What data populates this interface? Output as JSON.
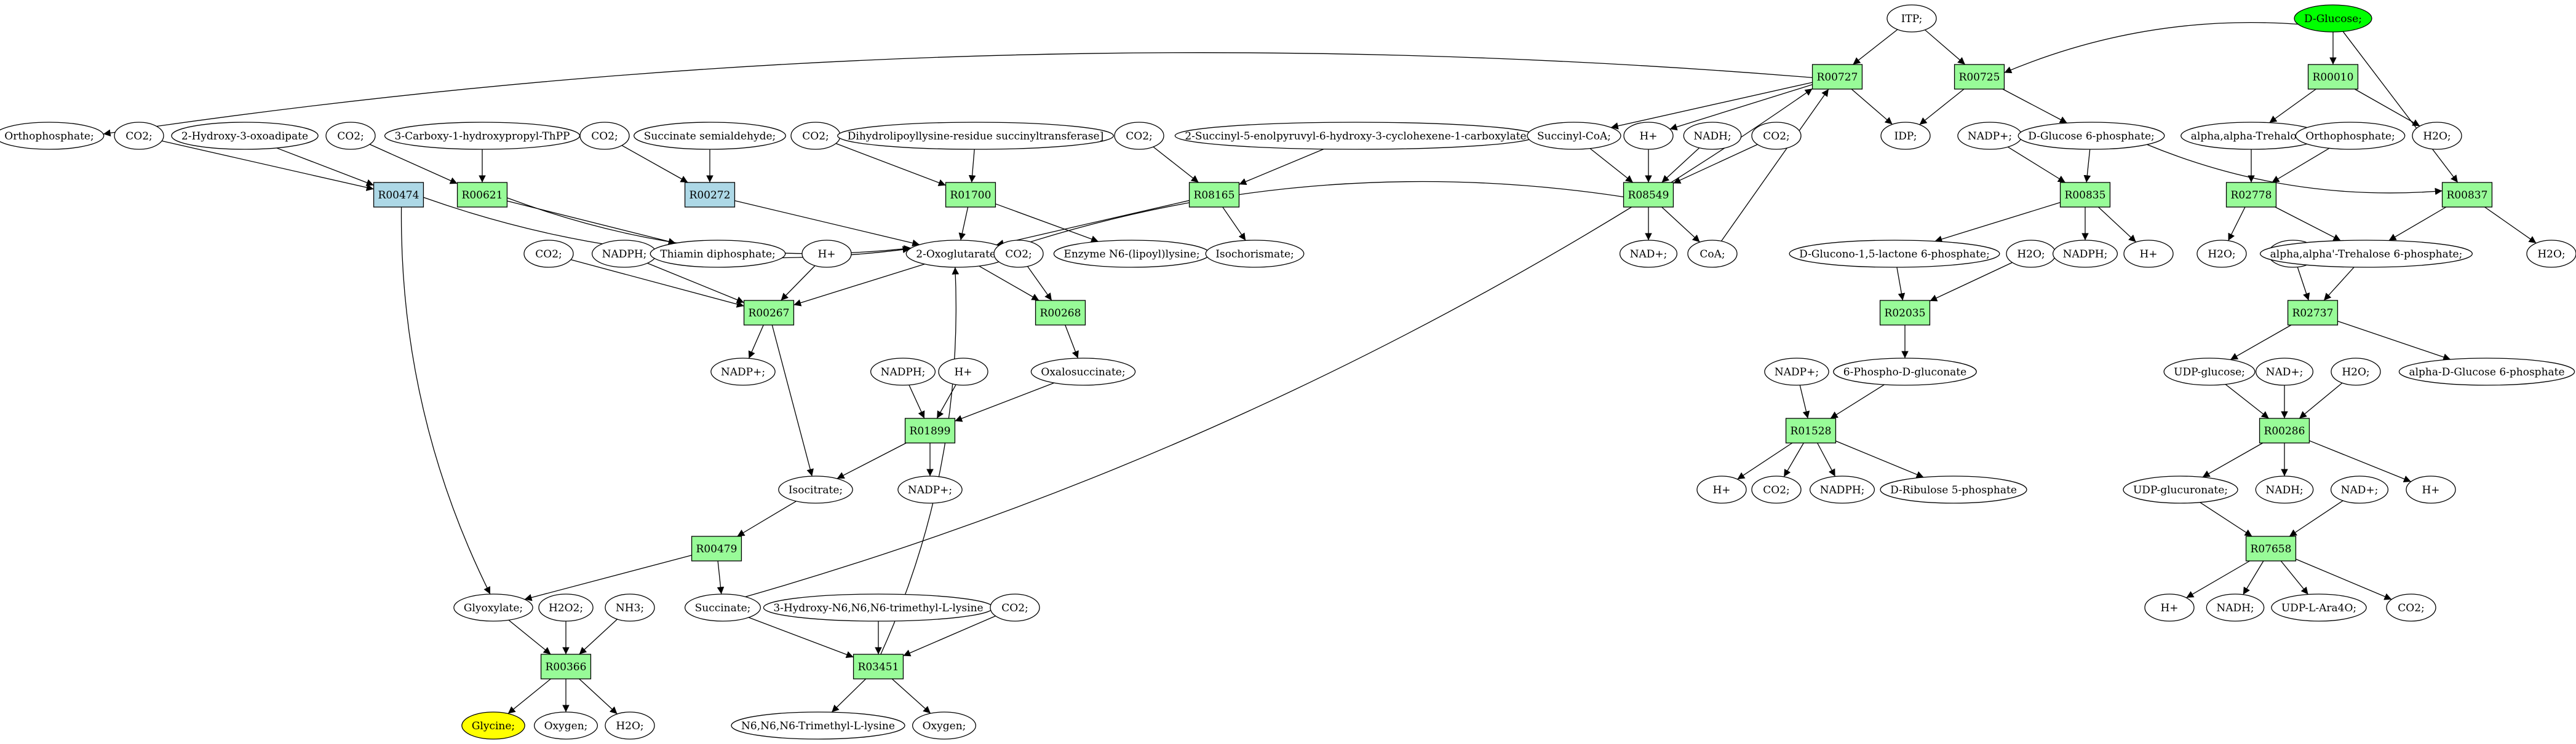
{
  "colors": {
    "reaction": "#98fb98",
    "reaction_alt": "#add8e6",
    "compound": "#ffffff",
    "source_compound": "#00ff00",
    "target_compound": "#ffff00",
    "stroke": "#000000"
  },
  "nodes": [
    {
      "id": "itp",
      "label": "ITP;",
      "kind": "compound"
    },
    {
      "id": "dglucose",
      "label": "D-Glucose;",
      "kind": "compound",
      "fill": "source_compound"
    },
    {
      "id": "R00727",
      "label": "R00727",
      "kind": "reaction"
    },
    {
      "id": "R00725",
      "label": "R00725",
      "kind": "reaction"
    },
    {
      "id": "R00010",
      "label": "R00010",
      "kind": "reaction"
    },
    {
      "id": "orthophosphate1",
      "label": "Orthophosphate;",
      "kind": "compound"
    },
    {
      "id": "co2_a",
      "label": "CO2;",
      "kind": "compound"
    },
    {
      "id": "hydroxyoxoadipate",
      "label": "2-Hydroxy-3-oxoadipate",
      "kind": "compound"
    },
    {
      "id": "co2_b",
      "label": "CO2;",
      "kind": "compound"
    },
    {
      "id": "carboxyhydroxypropyl",
      "label": "3-Carboxy-1-hydroxypropyl-ThPP",
      "kind": "compound"
    },
    {
      "id": "co2_c",
      "label": "CO2;",
      "kind": "compound"
    },
    {
      "id": "succsemialdehyde",
      "label": "Succinate semialdehyde;",
      "kind": "compound"
    },
    {
      "id": "co2_d",
      "label": "CO2;",
      "kind": "compound"
    },
    {
      "id": "dihydrolipoyllysine",
      "label": "Dihydrolipoyllysine-residue succinyltransferase]",
      "kind": "compound"
    },
    {
      "id": "co2_e",
      "label": "CO2;",
      "kind": "compound"
    },
    {
      "id": "succinylenolpyruvyl",
      "label": "2-Succinyl-5-enolpyruvyl-6-hydroxy-3-cyclohexene-1-carboxylate",
      "kind": "compound"
    },
    {
      "id": "succinylcoa",
      "label": "Succinyl-CoA;",
      "kind": "compound"
    },
    {
      "id": "hplus_a",
      "label": "H+",
      "kind": "compound"
    },
    {
      "id": "nadh_a",
      "label": "NADH;",
      "kind": "compound"
    },
    {
      "id": "co2_f",
      "label": "CO2;",
      "kind": "compound"
    },
    {
      "id": "idp",
      "label": "IDP;",
      "kind": "compound"
    },
    {
      "id": "nadpplus_a",
      "label": "NADP+;",
      "kind": "compound"
    },
    {
      "id": "dglucose6p",
      "label": "D-Glucose 6-phosphate;",
      "kind": "compound"
    },
    {
      "id": "trehalose",
      "label": "alpha,alpha-Trehalose;",
      "kind": "compound"
    },
    {
      "id": "orthophosphate2",
      "label": "Orthophosphate;",
      "kind": "compound"
    },
    {
      "id": "h2o_a",
      "label": "H2O;",
      "kind": "compound"
    },
    {
      "id": "R00474",
      "label": "R00474",
      "kind": "reaction",
      "fill": "reaction_alt"
    },
    {
      "id": "R00621",
      "label": "R00621",
      "kind": "reaction"
    },
    {
      "id": "R00272",
      "label": "R00272",
      "kind": "reaction",
      "fill": "reaction_alt"
    },
    {
      "id": "R01700",
      "label": "R01700",
      "kind": "reaction"
    },
    {
      "id": "R08165",
      "label": "R08165",
      "kind": "reaction"
    },
    {
      "id": "R08549",
      "label": "R08549",
      "kind": "reaction"
    },
    {
      "id": "R00835",
      "label": "R00835",
      "kind": "reaction"
    },
    {
      "id": "R02778",
      "label": "R02778",
      "kind": "reaction"
    },
    {
      "id": "R00837",
      "label": "R00837",
      "kind": "reaction"
    },
    {
      "id": "co2_g",
      "label": "CO2;",
      "kind": "compound"
    },
    {
      "id": "nadph_a",
      "label": "NADPH;",
      "kind": "compound"
    },
    {
      "id": "thiamin",
      "label": "Thiamin diphosphate;",
      "kind": "compound"
    },
    {
      "id": "hplus_b",
      "label": "H+",
      "kind": "compound"
    },
    {
      "id": "oxoglutarate",
      "label": "2-Oxoglutarate;",
      "kind": "compound"
    },
    {
      "id": "co2_h",
      "label": "CO2;",
      "kind": "compound"
    },
    {
      "id": "enzymelipoyl",
      "label": "Enzyme N6-(lipoyl)lysine;",
      "kind": "compound"
    },
    {
      "id": "isochorismate",
      "label": "Isochorismate;",
      "kind": "compound"
    },
    {
      "id": "nadplus_a",
      "label": "NAD+;",
      "kind": "compound"
    },
    {
      "id": "coa",
      "label": "CoA;",
      "kind": "compound"
    },
    {
      "id": "gluconolactone",
      "label": "D-Glucono-1,5-lactone 6-phosphate;",
      "kind": "compound"
    },
    {
      "id": "h2o_b",
      "label": "H2O;",
      "kind": "compound"
    },
    {
      "id": "nadph_b",
      "label": "NADPH;",
      "kind": "compound"
    },
    {
      "id": "hplus_c",
      "label": "H+",
      "kind": "compound"
    },
    {
      "id": "h2o_c",
      "label": "H2O;",
      "kind": "compound"
    },
    {
      "id": "udp",
      "label": "UDP;",
      "kind": "compound"
    },
    {
      "id": "trehalose6p",
      "label": "alpha,alpha'-Trehalose 6-phosphate;",
      "kind": "compound"
    },
    {
      "id": "h2o_d",
      "label": "H2O;",
      "kind": "compound"
    },
    {
      "id": "R00267",
      "label": "R00267",
      "kind": "reaction"
    },
    {
      "id": "R00268",
      "label": "R00268",
      "kind": "reaction"
    },
    {
      "id": "R02035",
      "label": "R02035",
      "kind": "reaction"
    },
    {
      "id": "R02737",
      "label": "R02737",
      "kind": "reaction"
    },
    {
      "id": "nadpplus_b",
      "label": "NADP+;",
      "kind": "compound"
    },
    {
      "id": "nadph_c",
      "label": "NADPH;",
      "kind": "compound"
    },
    {
      "id": "hplus_d",
      "label": "H+",
      "kind": "compound"
    },
    {
      "id": "oxalosuccinate",
      "label": "Oxalosuccinate;",
      "kind": "compound"
    },
    {
      "id": "phosphogluconate",
      "label": "6-Phospho-D-gluconate",
      "kind": "compound"
    },
    {
      "id": "nadpplus_c",
      "label": "NADP+;",
      "kind": "compound"
    },
    {
      "id": "udpglucose",
      "label": "UDP-glucose;",
      "kind": "compound"
    },
    {
      "id": "nadplus_b",
      "label": "NAD+;",
      "kind": "compound"
    },
    {
      "id": "h2o_e",
      "label": "H2O;",
      "kind": "compound"
    },
    {
      "id": "glucose6p_alpha",
      "label": "alpha-D-Glucose 6-phosphate",
      "kind": "compound"
    },
    {
      "id": "R01899",
      "label": "R01899",
      "kind": "reaction"
    },
    {
      "id": "R01528",
      "label": "R01528",
      "kind": "reaction"
    },
    {
      "id": "R00286",
      "label": "R00286",
      "kind": "reaction"
    },
    {
      "id": "isocitrate",
      "label": "Isocitrate;",
      "kind": "compound"
    },
    {
      "id": "nadpplus_d",
      "label": "NADP+;",
      "kind": "compound"
    },
    {
      "id": "hplus_e",
      "label": "H+",
      "kind": "compound"
    },
    {
      "id": "co2_i",
      "label": "CO2;",
      "kind": "compound"
    },
    {
      "id": "nadph_d",
      "label": "NADPH;",
      "kind": "compound"
    },
    {
      "id": "ribulose5p",
      "label": "D-Ribulose 5-phosphate",
      "kind": "compound"
    },
    {
      "id": "udpglucuronate",
      "label": "UDP-glucuronate;",
      "kind": "compound"
    },
    {
      "id": "nadh_b",
      "label": "NADH;",
      "kind": "compound"
    },
    {
      "id": "nadplus_c",
      "label": "NAD+;",
      "kind": "compound"
    },
    {
      "id": "hplus_f",
      "label": "H+",
      "kind": "compound"
    },
    {
      "id": "R00479",
      "label": "R00479",
      "kind": "reaction"
    },
    {
      "id": "R07658",
      "label": "R07658",
      "kind": "reaction"
    },
    {
      "id": "glyoxylate",
      "label": "Glyoxylate;",
      "kind": "compound"
    },
    {
      "id": "h2o2",
      "label": "H2O2;",
      "kind": "compound"
    },
    {
      "id": "nh3",
      "label": "NH3;",
      "kind": "compound"
    },
    {
      "id": "succinate",
      "label": "Succinate;",
      "kind": "compound"
    },
    {
      "id": "hydroxytrimethyllysine",
      "label": "3-Hydroxy-N6,N6,N6-trimethyl-L-lysine",
      "kind": "compound"
    },
    {
      "id": "co2_j",
      "label": "CO2;",
      "kind": "compound"
    },
    {
      "id": "hplus_g",
      "label": "H+",
      "kind": "compound"
    },
    {
      "id": "nadh_c",
      "label": "NADH;",
      "kind": "compound"
    },
    {
      "id": "udparafuranose",
      "label": "UDP-L-Ara4O;",
      "kind": "compound"
    },
    {
      "id": "co2_k",
      "label": "CO2;",
      "kind": "compound"
    },
    {
      "id": "R00366",
      "label": "R00366",
      "kind": "reaction"
    },
    {
      "id": "R03451",
      "label": "R03451",
      "kind": "reaction"
    },
    {
      "id": "glycine",
      "label": "Glycine;",
      "kind": "compound",
      "fill": "target_compound"
    },
    {
      "id": "oxygen_a",
      "label": "Oxygen;",
      "kind": "compound"
    },
    {
      "id": "h2o_f",
      "label": "H2O;",
      "kind": "compound"
    },
    {
      "id": "trimethyllysine",
      "label": "N6,N6,N6-Trimethyl-L-lysine",
      "kind": "compound"
    },
    {
      "id": "oxygen_b",
      "label": "Oxygen;",
      "kind": "compound"
    }
  ],
  "edges": [
    [
      "itp",
      "R00727"
    ],
    [
      "itp",
      "R00725"
    ],
    [
      "dglucose",
      "R00725"
    ],
    [
      "dglucose",
      "R00010"
    ],
    [
      "dglucose",
      "R00837"
    ],
    [
      "R00727",
      "orthophosphate1"
    ],
    [
      "R00727",
      "succinylcoa"
    ],
    [
      "R00727",
      "hplus_a"
    ],
    [
      "R00727",
      "idp"
    ],
    [
      "R00725",
      "idp"
    ],
    [
      "R00725",
      "dglucose6p"
    ],
    [
      "R00010",
      "trehalose"
    ],
    [
      "R00010",
      "h2o_a"
    ],
    [
      "co2_a",
      "R00474"
    ],
    [
      "hydroxyoxoadipate",
      "R00474"
    ],
    [
      "co2_b",
      "R00621"
    ],
    [
      "carboxyhydroxypropyl",
      "R00621"
    ],
    [
      "co2_c",
      "R00272"
    ],
    [
      "succsemialdehyde",
      "R00272"
    ],
    [
      "co2_d",
      "R01700"
    ],
    [
      "dihydrolipoyllysine",
      "R01700"
    ],
    [
      "co2_e",
      "R08165"
    ],
    [
      "succinylenolpyruvyl",
      "R08165"
    ],
    [
      "succinylcoa",
      "R08549"
    ],
    [
      "hplus_a",
      "R08549"
    ],
    [
      "nadh_a",
      "R08549"
    ],
    [
      "co2_f",
      "R08549"
    ],
    [
      "nadpplus_a",
      "R00835"
    ],
    [
      "dglucose6p",
      "R00835"
    ],
    [
      "dglucose6p",
      "R00837"
    ],
    [
      "trehalose",
      "R02778"
    ],
    [
      "orthophosphate2",
      "R02778"
    ],
    [
      "R00474",
      "oxoglutarate"
    ],
    [
      "R00474",
      "glyoxylate"
    ],
    [
      "R00621",
      "oxoglutarate"
    ],
    [
      "R00621",
      "thiamin"
    ],
    [
      "R00272",
      "oxoglutarate"
    ],
    [
      "R01700",
      "oxoglutarate"
    ],
    [
      "R01700",
      "enzymelipoyl"
    ],
    [
      "R08165",
      "oxoglutarate"
    ],
    [
      "R08165",
      "isochorismate"
    ],
    [
      "R08549",
      "oxoglutarate"
    ],
    [
      "R08549",
      "nadplus_a"
    ],
    [
      "R08549",
      "coa"
    ],
    [
      "coa",
      "R00727"
    ],
    [
      "R00835",
      "gluconolactone"
    ],
    [
      "R00835",
      "nadph_b"
    ],
    [
      "R00835",
      "hplus_c"
    ],
    [
      "R02778",
      "h2o_c"
    ],
    [
      "R02778",
      "trehalose6p"
    ],
    [
      "R00837",
      "trehalose6p"
    ],
    [
      "R00837",
      "h2o_d"
    ],
    [
      "co2_g",
      "R00267"
    ],
    [
      "nadph_a",
      "R00267"
    ],
    [
      "hplus_b",
      "R00267"
    ],
    [
      "oxoglutarate",
      "R00267"
    ],
    [
      "oxoglutarate",
      "R00268"
    ],
    [
      "co2_h",
      "R00268"
    ],
    [
      "gluconolactone",
      "R02035"
    ],
    [
      "h2o_b",
      "R02035"
    ],
    [
      "udp",
      "R02737"
    ],
    [
      "trehalose6p",
      "R02737"
    ],
    [
      "R00267",
      "nadpplus_b"
    ],
    [
      "R00267",
      "isocitrate"
    ],
    [
      "R00268",
      "oxalosuccinate"
    ],
    [
      "R02035",
      "phosphogluconate"
    ],
    [
      "R02737",
      "udpglucose"
    ],
    [
      "R02737",
      "glucose6p_alpha"
    ],
    [
      "nadph_c",
      "R01899"
    ],
    [
      "hplus_d",
      "R01899"
    ],
    [
      "oxalosuccinate",
      "R01899"
    ],
    [
      "nadpplus_c",
      "R01528"
    ],
    [
      "phosphogluconate",
      "R01528"
    ],
    [
      "udpglucose",
      "R00286"
    ],
    [
      "nadplus_b",
      "R00286"
    ],
    [
      "h2o_e",
      "R00286"
    ],
    [
      "R01899",
      "isocitrate"
    ],
    [
      "R01899",
      "nadpplus_d"
    ],
    [
      "R01528",
      "hplus_e"
    ],
    [
      "R01528",
      "co2_i"
    ],
    [
      "R01528",
      "nadph_d"
    ],
    [
      "R01528",
      "ribulose5p"
    ],
    [
      "R00286",
      "udpglucuronate"
    ],
    [
      "R00286",
      "nadh_b"
    ],
    [
      "R00286",
      "hplus_f"
    ],
    [
      "isocitrate",
      "R00479"
    ],
    [
      "udpglucuronate",
      "R07658"
    ],
    [
      "nadplus_c",
      "R07658"
    ],
    [
      "R00479",
      "glyoxylate"
    ],
    [
      "R00479",
      "succinate"
    ],
    [
      "R07658",
      "hplus_g"
    ],
    [
      "R07658",
      "nadh_c"
    ],
    [
      "R07658",
      "udparafuranose"
    ],
    [
      "R07658",
      "co2_k"
    ],
    [
      "glyoxylate",
      "R00366"
    ],
    [
      "h2o2",
      "R00366"
    ],
    [
      "nh3",
      "R00366"
    ],
    [
      "succinate",
      "R03451"
    ],
    [
      "succinate",
      "R00727"
    ],
    [
      "hydroxytrimethyllysine",
      "R03451"
    ],
    [
      "co2_j",
      "R03451"
    ],
    [
      "R00366",
      "glycine"
    ],
    [
      "R00366",
      "oxygen_a"
    ],
    [
      "R00366",
      "h2o_f"
    ],
    [
      "R03451",
      "trimethyllysine"
    ],
    [
      "R03451",
      "oxygen_b"
    ],
    [
      "R03451",
      "oxoglutarate"
    ]
  ]
}
